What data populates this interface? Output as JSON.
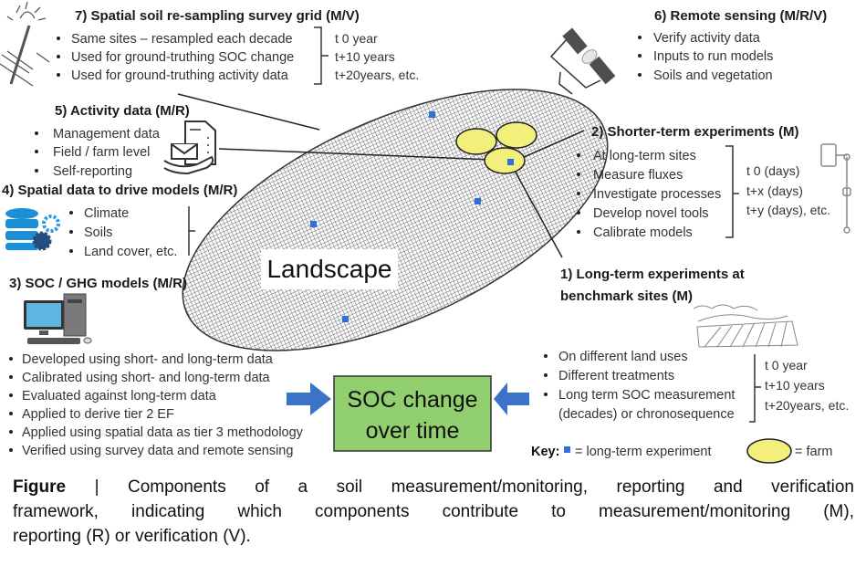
{
  "sections": {
    "s7": {
      "title": "7) Spatial soil re-sampling survey grid (M/V)",
      "bullets": [
        "Same sites – resampled each decade",
        "Used for ground-truthing SOC change",
        "Used for ground-truthing activity data"
      ],
      "times": [
        "t 0 year",
        "t+10 years",
        "t+20years, etc."
      ]
    },
    "s6": {
      "title": "6) Remote sensing (M/R/V)",
      "bullets": [
        "Verify activity data",
        "Inputs to run models",
        "Soils and vegetation"
      ]
    },
    "s5": {
      "title": "5) Activity data (M/R)",
      "bullets": [
        "Management data",
        "Field / farm level",
        "Self-reporting"
      ]
    },
    "s4": {
      "title": "4) Spatial data to drive models (M/R)",
      "bullets": [
        "Climate",
        "Soils",
        "Land cover, etc."
      ]
    },
    "s3": {
      "title": "3) SOC / GHG models (M/R)",
      "bullets": [
        "Developed using short- and long-term data",
        "Calibrated using short- and long-term data",
        "Evaluated against long-term data",
        "Applied to derive tier 2 EF",
        "Applied using spatial data as tier 3 methodology",
        "Verified using survey data and remote sensing"
      ]
    },
    "s2": {
      "title": "2) Shorter-term experiments (M)",
      "bullets": [
        "At long-term sites",
        "Measure fluxes",
        "Investigate processes",
        "Develop novel tools",
        "Calibrate models"
      ],
      "times": [
        "t 0 (days)",
        "t+x (days)",
        "t+y (days), etc."
      ]
    },
    "s1": {
      "title_lines": [
        "1) Long-term experiments at",
        "benchmark sites (M)"
      ],
      "bullets": [
        "On different land uses",
        "Different treatments",
        "Long term SOC measurement",
        "(decades) or chronosequence"
      ],
      "times": [
        "t 0 year",
        "t+10 years",
        "t+20years, etc."
      ]
    }
  },
  "landscape_label": "Landscape",
  "center_box": {
    "lines": [
      "SOC change",
      "over time"
    ]
  },
  "key": {
    "label": "Key:",
    "experiment": "= long-term experiment",
    "farm": "= farm"
  },
  "caption": {
    "bold": "Figure",
    "line1": "| Components of a soil measurement/monitoring, reporting and verification",
    "line2": "framework, indicating which components contribute to measurement/monitoring (M),",
    "line3": "reporting (R) or verification (V)."
  },
  "colors": {
    "experiment_square": "#2f6fd6",
    "farm_fill": "#f2ef7a",
    "center_box_fill": "#92cf6f",
    "arrow_fill": "#3b73c9",
    "database_blue": "#1b8fd8"
  },
  "icons": [
    "tree-sampler-icon",
    "satellite-icon",
    "document-hand-icon",
    "database-gears-icon",
    "computer-icon",
    "field-landscape-icon",
    "flux-chamber-icon"
  ]
}
